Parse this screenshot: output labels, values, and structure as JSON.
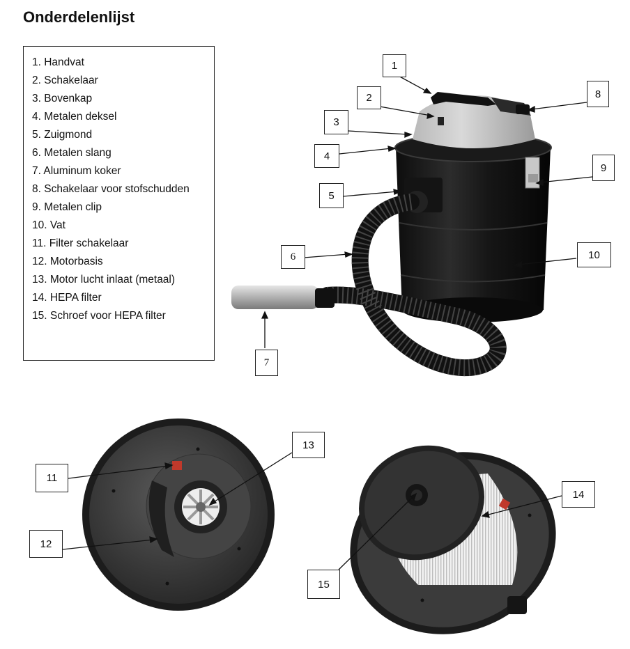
{
  "title": "Onderdelenlijst",
  "parts": [
    "1. Handvat",
    "2. Schakelaar",
    "3. Bovenkap",
    "4. Metalen deksel",
    "5. Zuigmond",
    "6. Metalen slang",
    "7. Aluminum koker",
    "8. Schakelaar voor stofschudden",
    "9. Metalen clip",
    "10. Vat",
    "11. Filter schakelaar",
    "12. Motorbasis",
    "13. Motor lucht inlaat (metaal)",
    "14. HEPA filter",
    "15. Schroef voor HEPA filter"
  ],
  "callouts": {
    "c1": "1",
    "c2": "2",
    "c3": "3",
    "c4": "4",
    "c5": "5",
    "c6": "6",
    "c7": "7",
    "c8": "8",
    "c9": "9",
    "c10": "10",
    "c11": "11",
    "c12": "12",
    "c13": "13",
    "c14": "14",
    "c15": "15"
  }
}
